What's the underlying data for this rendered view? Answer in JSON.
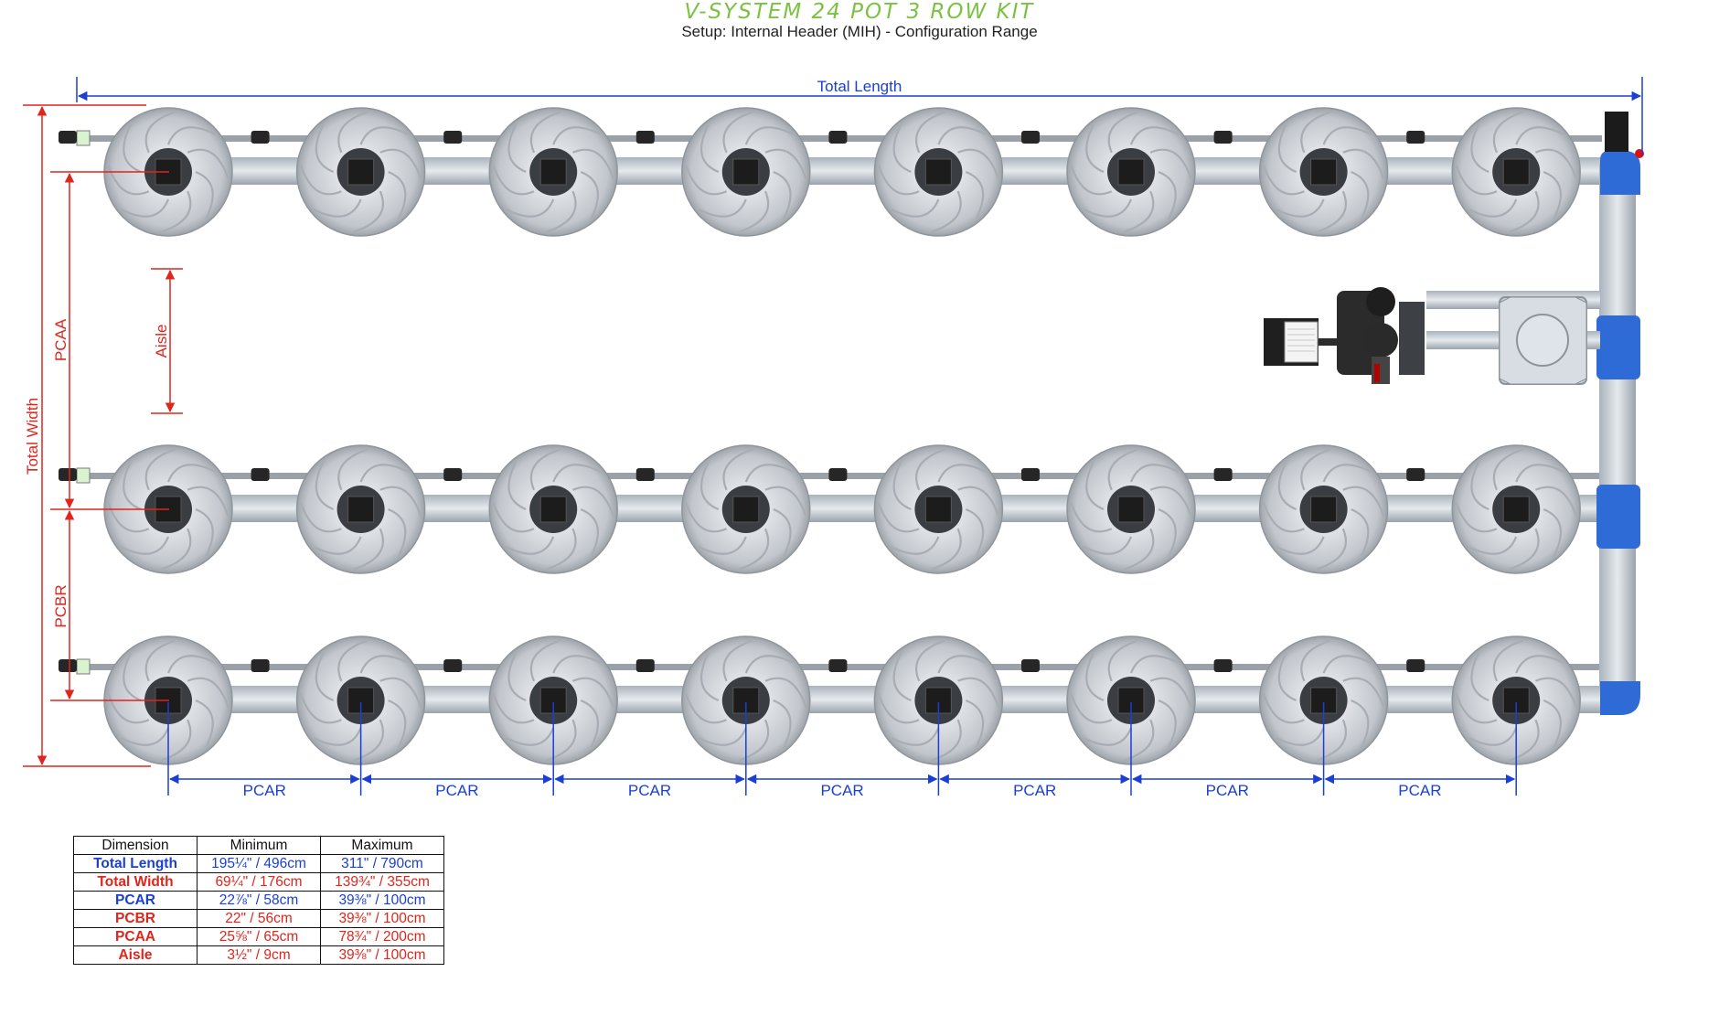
{
  "header": {
    "title": "V-SYSTEM 24 POT 3 ROW KIT",
    "subtitle": "Setup: Internal Header (MIH) - Configuration Range"
  },
  "labels": {
    "total_length": "Total Length",
    "total_width": "Total Width",
    "pcaa": "PCAA",
    "pcbr": "PCBR",
    "aisle": "Aisle",
    "pcar": "PCAR"
  },
  "layout_info": {
    "rows": 3,
    "pots_per_row": 8,
    "total_pots": 24
  },
  "table": {
    "headers": [
      "Dimension",
      "Minimum",
      "Maximum"
    ],
    "rows": [
      {
        "name": "Total Length",
        "min": "195¼\" / 496cm",
        "max": "311\" / 790cm",
        "color": "#1a3fd6"
      },
      {
        "name": "Total Width",
        "min": "69¼\" / 176cm",
        "max": "139¾\" / 355cm",
        "color": "#e0251b"
      },
      {
        "name": "PCAR",
        "min": "22⅞\" / 58cm",
        "max": "39⅜\" / 100cm",
        "color": "#1a3fd6"
      },
      {
        "name": "PCBR",
        "min": "22\" / 56cm",
        "max": "39⅜\" / 100cm",
        "color": "#e0251b"
      },
      {
        "name": "PCAA",
        "min": "25⅝\" / 65cm",
        "max": "78¾\" / 200cm",
        "color": "#e0251b"
      },
      {
        "name": "Aisle",
        "min": "3½\" / 9cm",
        "max": "39⅜\" / 100cm",
        "color": "#e0251b"
      }
    ]
  },
  "colors": {
    "blue_dim": "#1a3fd6",
    "red_dim": "#e0251b",
    "title_green": "#7cc242",
    "pot_gray": "#c9ccd1",
    "pipe_blue": "#2f6bd6"
  },
  "icons": {
    "pot": "pot-icon",
    "pump": "pump-icon",
    "reservoir": "reservoir-icon",
    "valve": "valve-icon"
  }
}
